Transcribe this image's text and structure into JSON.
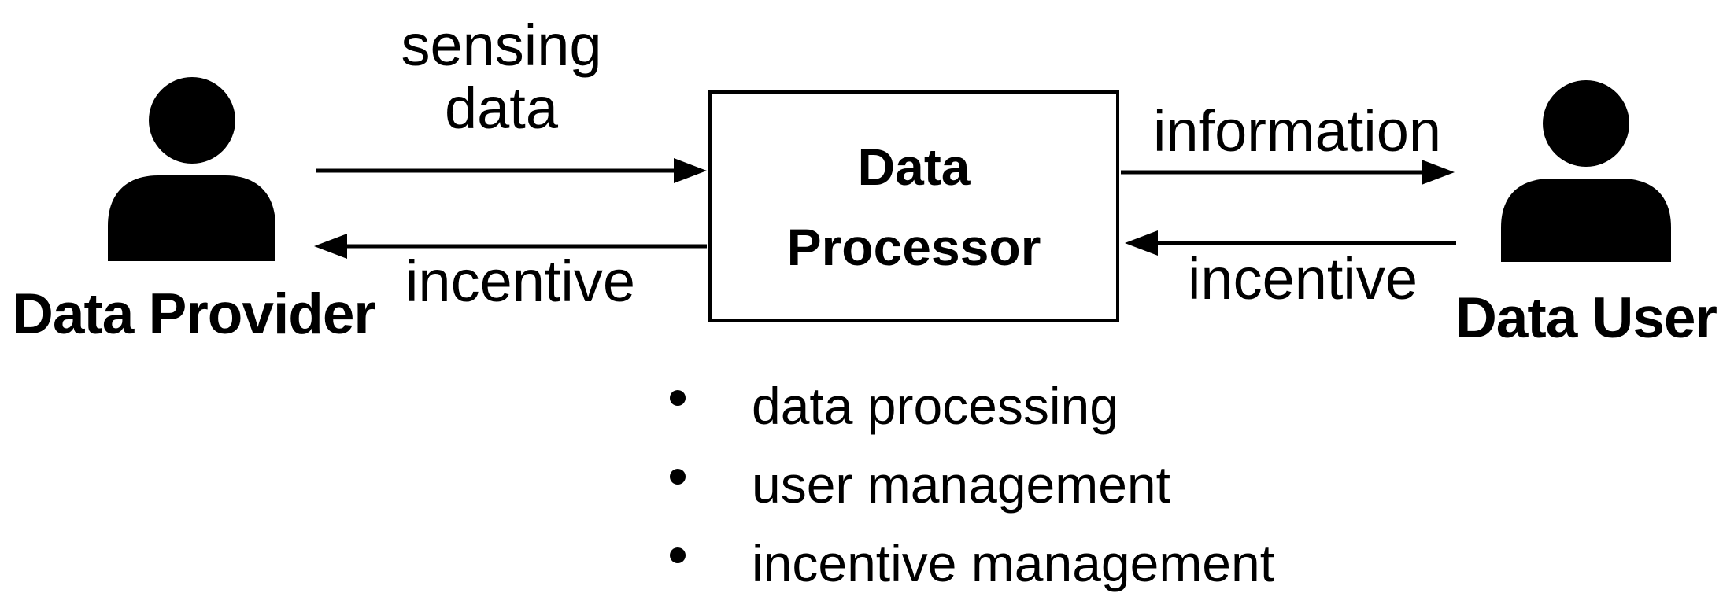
{
  "diagram": {
    "actors": {
      "provider": {
        "label": "Data Provider"
      },
      "user": {
        "label": "Data User"
      }
    },
    "processor": {
      "title_line1": "Data",
      "title_line2": "Processor",
      "functions": [
        "data processing",
        "user management",
        "incentive management"
      ]
    },
    "flows": {
      "sensing_line1": "sensing",
      "sensing_line2": "data",
      "incentive_left": "incentive",
      "information": "information",
      "incentive_right": "incentive"
    },
    "colors": {
      "ink": "#000000",
      "background": "#ffffff"
    }
  }
}
